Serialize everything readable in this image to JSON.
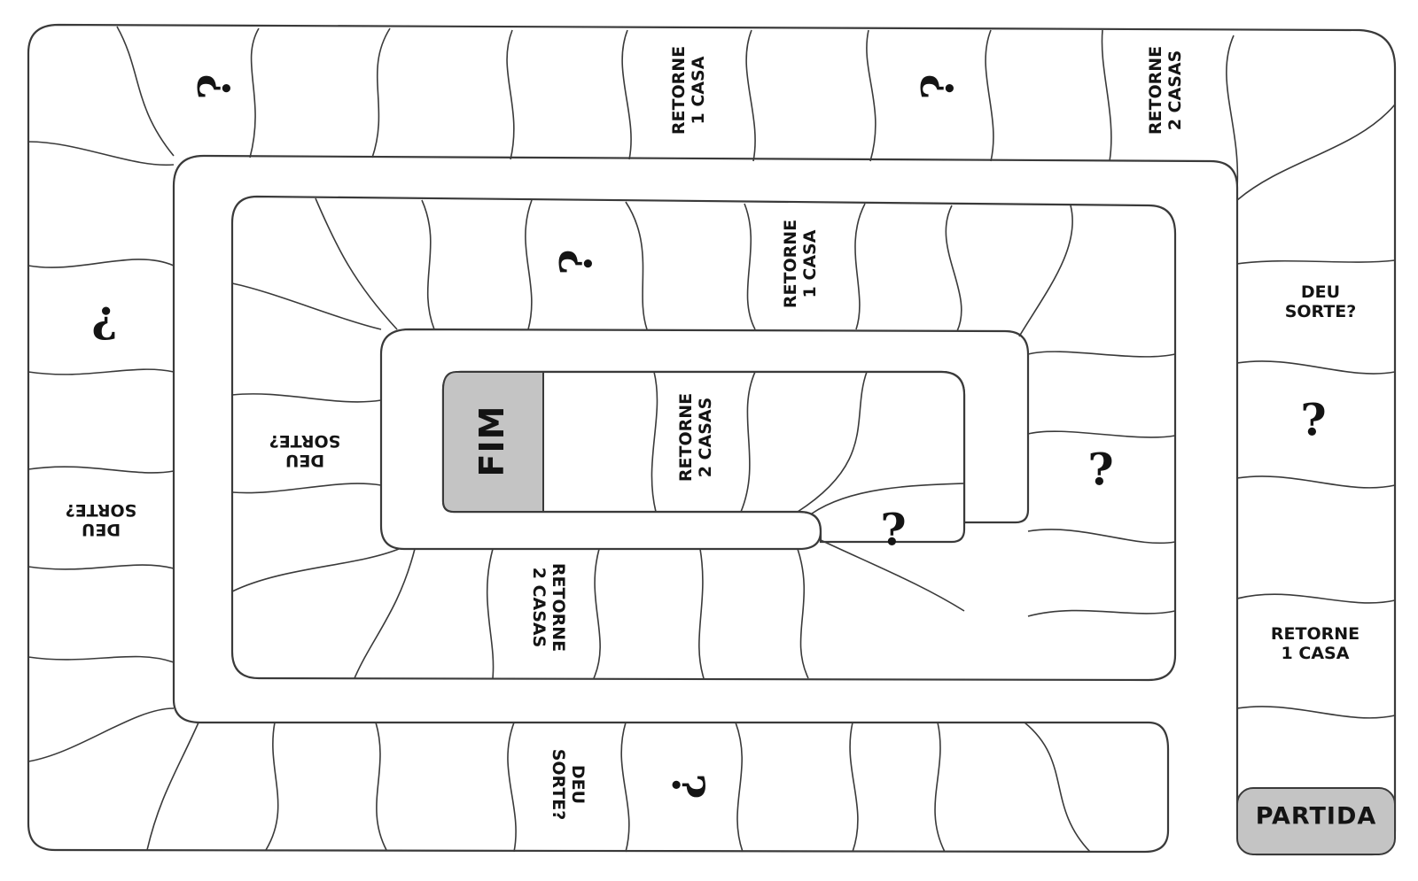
{
  "board": {
    "start_label": "PARTIDA",
    "end_label": "FIM",
    "special_fill": "#c4c4c4",
    "line_color": "#3a3a3a"
  },
  "spaces": {
    "top_q1": "?",
    "top_back1": "RETORNE\n1 CASA",
    "top_q2": "?",
    "top_back2": "RETORNE\n2 CASAS",
    "left_q": "?",
    "left_luck": "DEU\nSORTE?",
    "right_luck": "DEU\nSORTE?",
    "right_q": "?",
    "right_back1": "RETORNE\n1 CASA",
    "bottom_luck": "DEU\nSORTE?",
    "bottom_q": "?",
    "ring2_q": "?",
    "ring2_back1": "RETORNE\n1 CASA",
    "ring2_luck": "DEU\nSORTE?",
    "ring2_right_q": "?",
    "ring2_back2": "RETORNE\n2 CASAS",
    "inner_back2": "RETORNE\n2 CASAS",
    "inner_q": "?"
  }
}
